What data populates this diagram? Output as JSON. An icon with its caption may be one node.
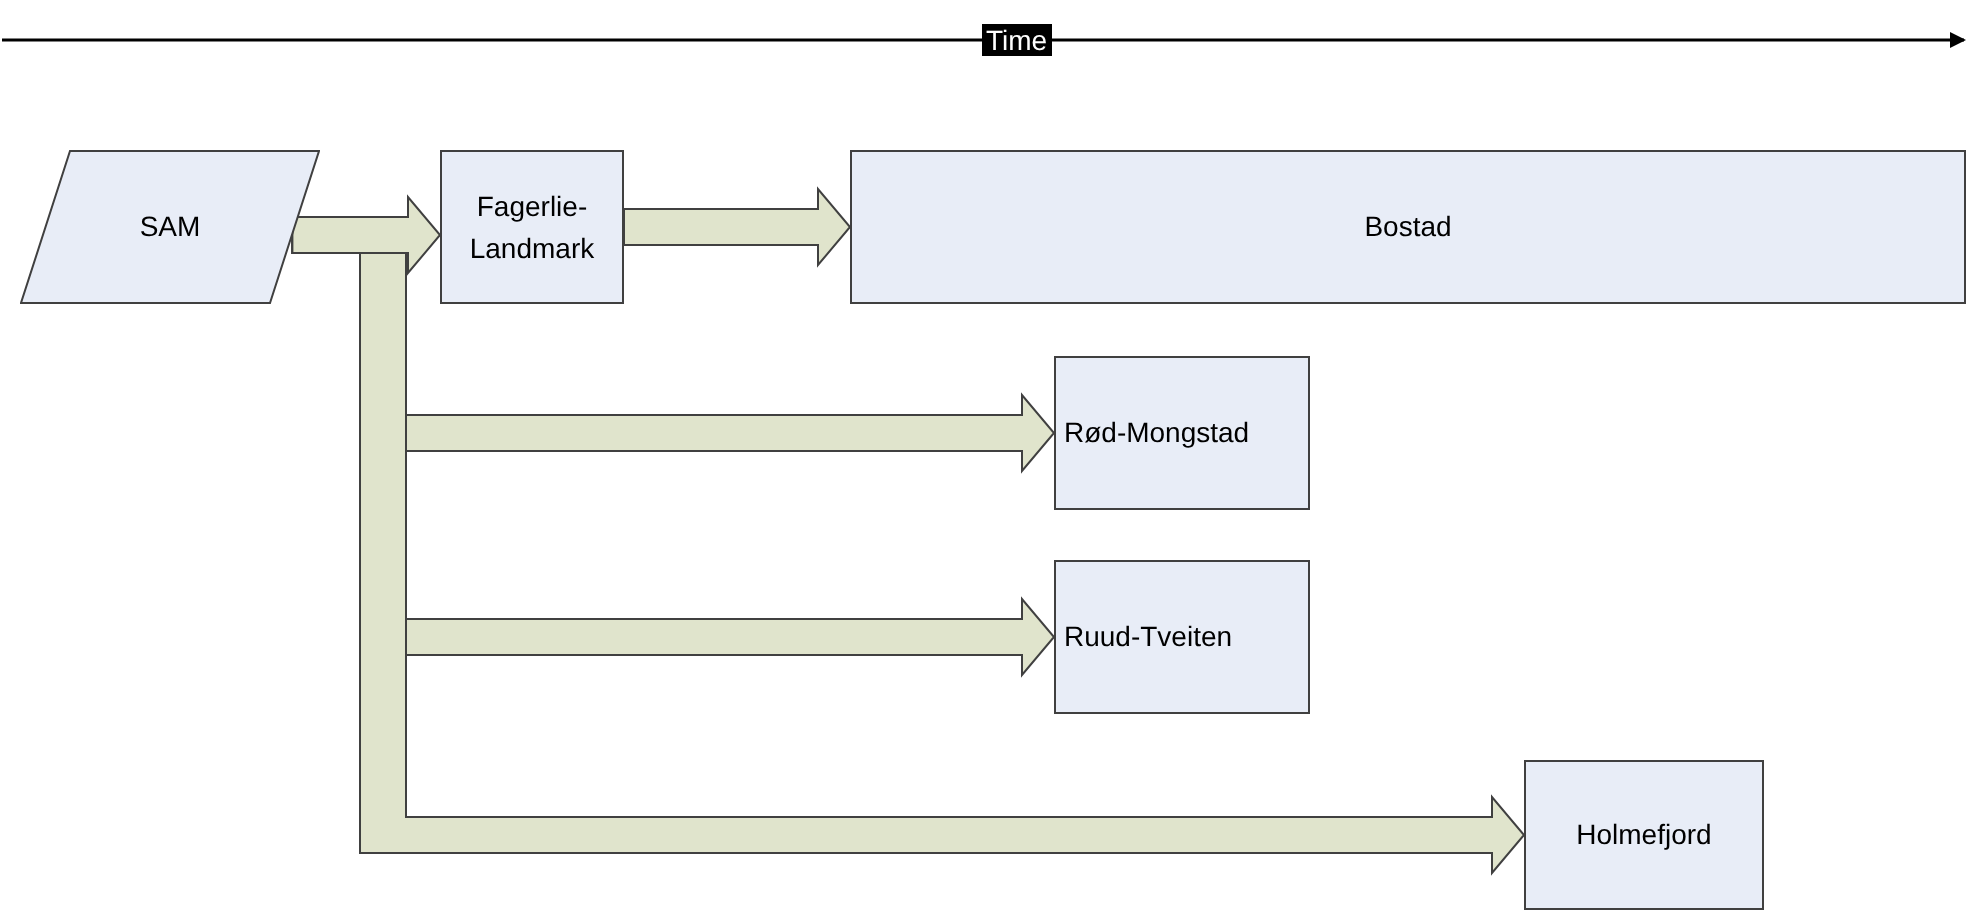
{
  "diagram": {
    "nodes": [
      {
        "text": [
          "SAM"
        ]
      },
      {
        "text": [
          "Fagerlie-Landmark"
        ]
      },
      {
        "text": [
          "Bostad"
        ]
      },
      {
        "text": [
          "Rød-Mongstad"
        ]
      },
      {
        "text": [
          "Ruud-Tveiten"
        ]
      },
      {
        "text": [
          "Holmefjord"
        ]
      }
    ],
    "edges": [
      {
        "from": 0,
        "to": 1,
        "arrow": "to"
      },
      {
        "from": 1,
        "to": 2,
        "arrow": "to"
      },
      {
        "from": 0,
        "to": 3,
        "arrow": "to"
      },
      {
        "from": 0,
        "to": 4,
        "arrow": "to"
      },
      {
        "from": 0,
        "to": 5,
        "arrow": "to"
      }
    ],
    "labels": [
      "Time"
    ]
  }
}
